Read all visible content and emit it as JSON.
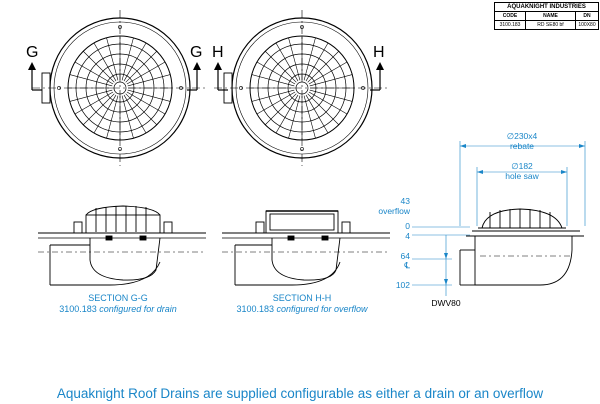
{
  "title_block": {
    "company": "AQUAKNIGHT INDUSTRIES",
    "headers": [
      "CODE",
      "NAME",
      "DN"
    ],
    "values": [
      "3100.183",
      "RD SE80 bf",
      "100X80"
    ]
  },
  "section_markers": {
    "g": "G",
    "h": "H"
  },
  "captions": {
    "gg_title": "SECTION G-G",
    "gg_code": "3100.183",
    "gg_note": "configured for drain",
    "hh_title": "SECTION H-H",
    "hh_code": "3100.183",
    "hh_note": "configured for overflow"
  },
  "dimensions": {
    "rebate_value": "∅230x4",
    "rebate_label": "rebate",
    "hole_value": "∅182",
    "hole_label": "hole saw",
    "d43": "43",
    "overflow": "overflow",
    "d0": "0",
    "d4": "4",
    "d64": "64",
    "centre": "℄",
    "d102": "102",
    "dwv": "DWV80"
  },
  "footer_text": "Aquaknight Roof Drains are supplied configurable as either a drain or an overflow",
  "colors": {
    "dimension_blue": "#1a86c8",
    "drawing_black": "#000000"
  }
}
